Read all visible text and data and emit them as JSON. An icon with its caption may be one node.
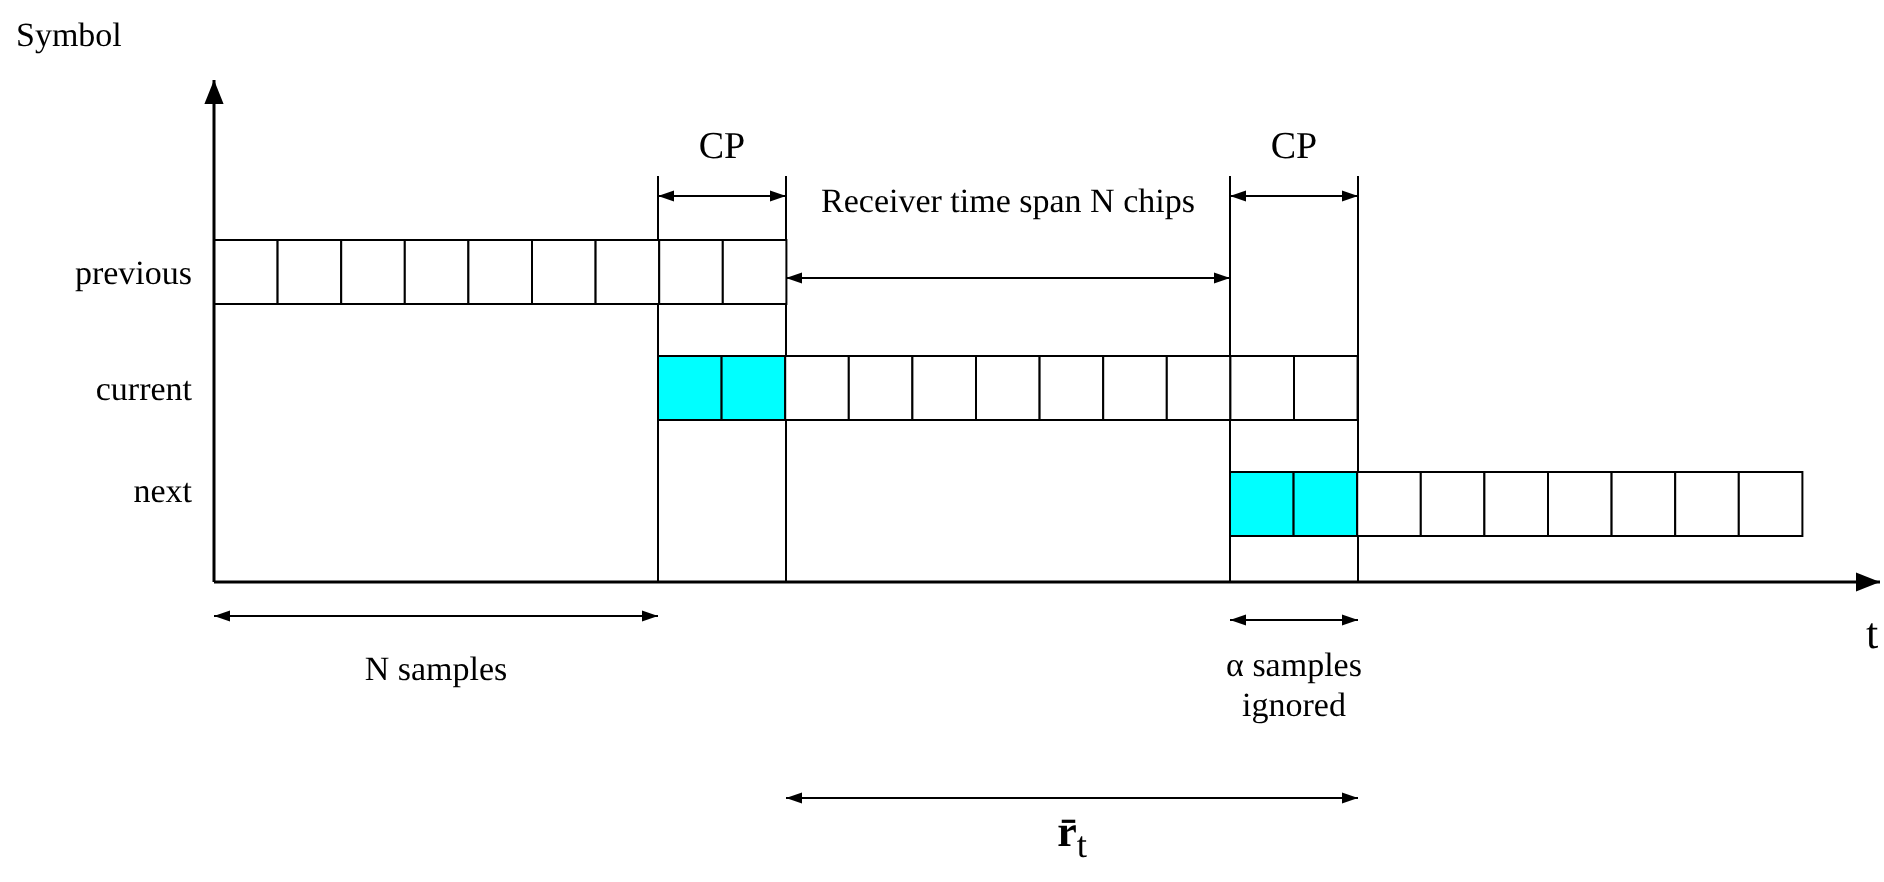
{
  "diagram": {
    "labels": [
      "Symbol",
      "CP",
      "Receiver time span N chips",
      "CP",
      "previous",
      "current",
      "next",
      "t",
      "N samples",
      "α samples ignored",
      "**r̄**$_{t}$"
    ]
  }
}
